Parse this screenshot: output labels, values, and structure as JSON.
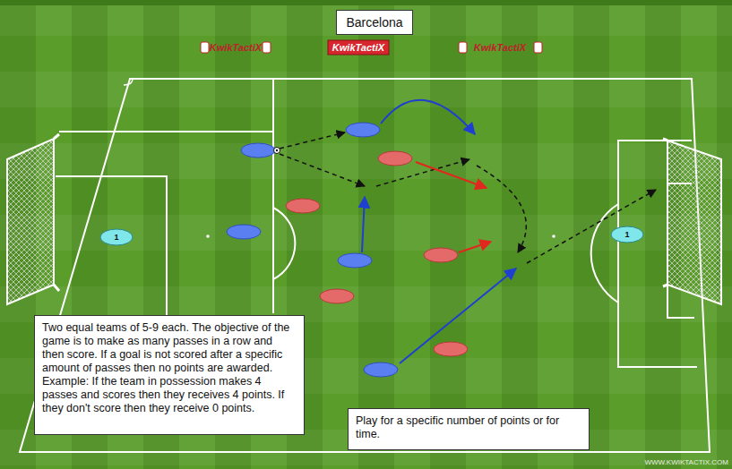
{
  "diagram": {
    "title": "Barcelona",
    "nodes": [
      {
        "text": [
          "Two equal teams of 5-9 each. The objective of the game is to make as many passes in a row and then score. If a goal is not scored after a specific amount of passes then no points are awarded. Example: If the team in possession makes 4 passes and scores then they receives 4 points. If they don't score then they receive 0 points."
        ]
      },
      {
        "text": [
          "Play for a specific number of points or for time."
        ]
      }
    ],
    "labels": [
      "KwikTactiX",
      "KwikTactiX",
      "KwikTactiX",
      "1",
      "1",
      "WWW.KWIKTACTIX.COM"
    ]
  }
}
